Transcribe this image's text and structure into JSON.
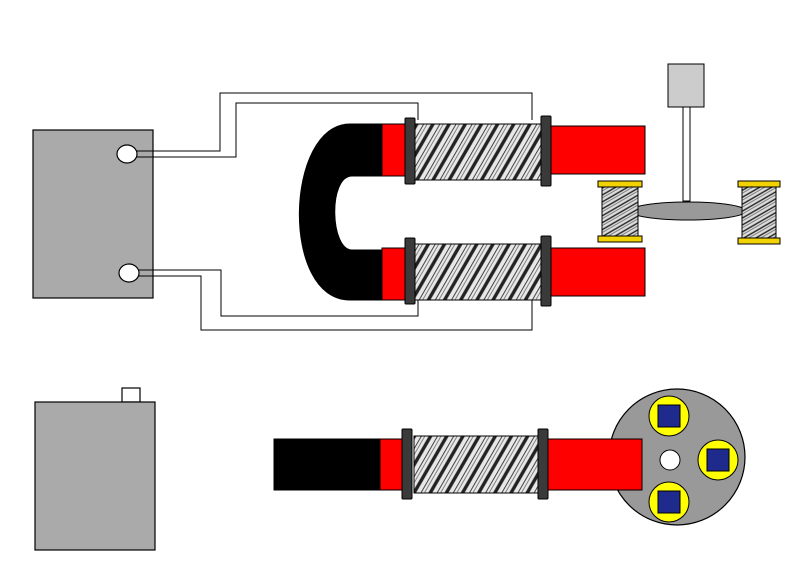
{
  "colors": {
    "background": "#ffffff",
    "battery_fill": "#aaaaaa",
    "outline": "#000000",
    "magnet_core": "#000000",
    "pole_red": "#ff0000",
    "flange": "#3a3a3a",
    "coil_wire": "#222222",
    "coil_bg": "#e8e8e8",
    "wire": "#000000",
    "spool_cap": "#f2d200",
    "rotor_disc": "#999999",
    "rotor_pocket": "#ffff00",
    "rotor_magnet": "#1e2a8c",
    "hub": "#ffffff",
    "sensor_box": "#cccccc"
  },
  "components": [
    {
      "name": "battery-top",
      "kind": "battery",
      "terminals": 2
    },
    {
      "name": "horseshoe-electromagnet",
      "kind": "horseshoe-magnet",
      "coils": 2
    },
    {
      "name": "small-spool-left",
      "kind": "spool"
    },
    {
      "name": "small-spool-right",
      "kind": "spool"
    },
    {
      "name": "axle-sensor",
      "kind": "sensor"
    },
    {
      "name": "battery-bottom",
      "kind": "battery",
      "terminals": 1
    },
    {
      "name": "bar-electromagnet",
      "kind": "bar-magnet",
      "coils": 1
    },
    {
      "name": "rotor-disc",
      "kind": "rotor",
      "magnets": 3
    }
  ],
  "icons": {
    "battery": "battery-icon",
    "coil": "coil-icon",
    "rotor": "rotor-icon"
  }
}
